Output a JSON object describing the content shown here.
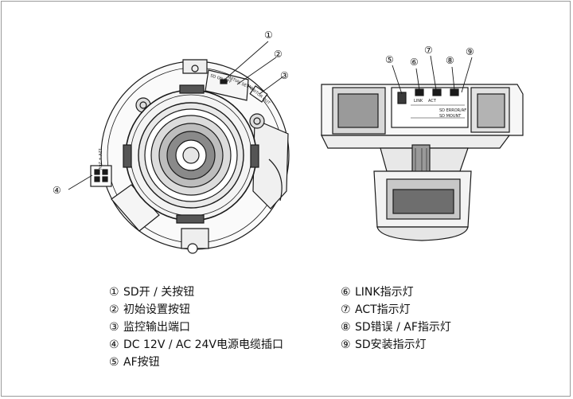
{
  "callouts": {
    "c1": "①",
    "c2": "②",
    "c3": "③",
    "c4": "④",
    "c5": "⑤",
    "c6": "⑥",
    "c7": "⑦",
    "c8": "⑧",
    "c9": "⑨"
  },
  "device_labels": {
    "monitor_out": "MONITOR OUT",
    "initial_set": "INITIAL SET",
    "sd_on_off": "SD ON/OFF",
    "power": "12V + 24V",
    "link": "LINK",
    "act": "ACT",
    "sd_error_af": "SD ERROR/AF",
    "sd_mount": "SD MOUNT"
  },
  "legend": {
    "left": [
      {
        "num": "①",
        "text": "SD开 / 关按钮"
      },
      {
        "num": "②",
        "text": "初始设置按钮"
      },
      {
        "num": "③",
        "text": "监控输出端口"
      },
      {
        "num": "④",
        "text": "DC 12V / AC 24V电源电缆插口"
      },
      {
        "num": "⑤",
        "text": "AF按钮"
      }
    ],
    "right": [
      {
        "num": "⑥",
        "text": "LINK指示灯"
      },
      {
        "num": "⑦",
        "text": "ACT指示灯"
      },
      {
        "num": "⑧",
        "text": "SD错误 / AF指示灯"
      },
      {
        "num": "⑨",
        "text": "SD安装指示灯"
      }
    ]
  },
  "colors": {
    "line": "#1a1a1a",
    "fill_light": "#f2f2f2",
    "fill_mid": "#cfcfcf",
    "fill_dark": "#3a3a3a"
  }
}
